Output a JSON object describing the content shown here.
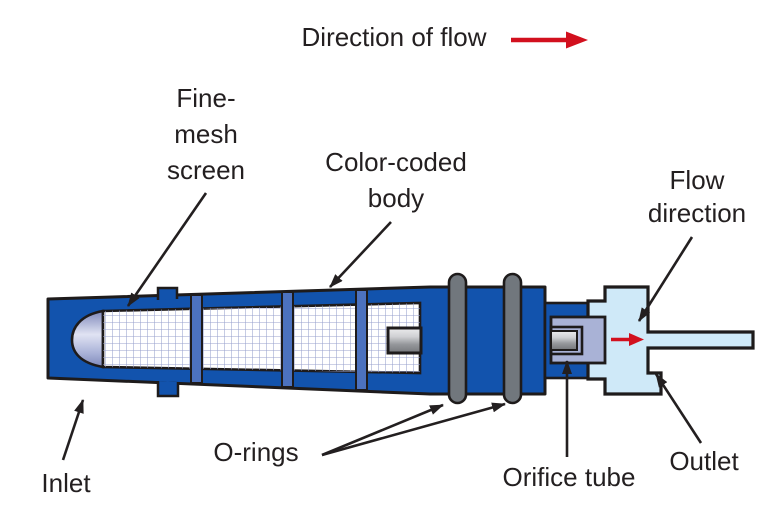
{
  "labels": {
    "direction_of_flow": "Direction of flow",
    "fine_mesh_screen": {
      "l1": "Fine-",
      "l2": "mesh",
      "l3": "screen"
    },
    "color_coded_body": {
      "l1": "Color-coded",
      "l2": "body"
    },
    "flow_direction": {
      "l1": "Flow",
      "l2": "direction"
    },
    "inlet": "Inlet",
    "o_rings": "O-rings",
    "orifice_tube": "Orifice tube",
    "outlet": "Outlet"
  },
  "icons": {
    "direction_of_flow_arrow": "red-right-arrow",
    "internal_flow_arrow": "red-right-arrow",
    "leader_arrows": "black-pointer-arrow"
  },
  "colors": {
    "body": "#1253ad",
    "outline": "#1e1b1b",
    "rib": "#4c72bf",
    "mesh_line": "#98a1ce",
    "mesh_bg": "#ffffff",
    "oring": "#71777d",
    "lavender": "#a9b2d6",
    "pale": "#cfe9f8",
    "red": "#d2101e",
    "text": "#231f20"
  }
}
